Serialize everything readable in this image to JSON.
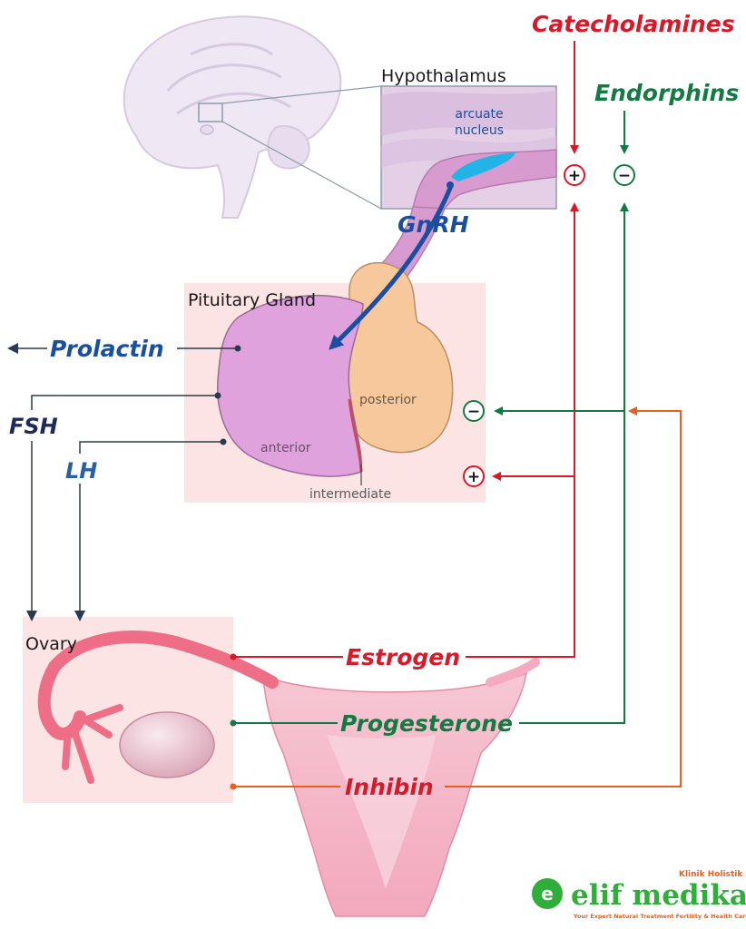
{
  "labels": {
    "hypothalamus": "Hypothalamus",
    "arcuate_nucleus_line1": "arcuate",
    "arcuate_nucleus_line2": "nucleus",
    "gnrh": "GnRH",
    "pituitary_gland": "Pituitary Gland",
    "posterior": "posterior",
    "anterior": "anterior",
    "intermediate": "intermediate",
    "prolactin": "Prolactin",
    "fsh": "FSH",
    "lh": "LH",
    "ovary": "Ovary",
    "estrogen": "Estrogen",
    "progesterone": "Progesterone",
    "inhibin": "Inhibin",
    "catecholamines": "Catecholamines",
    "endorphins": "Endorphins"
  },
  "signs": {
    "plus": "+",
    "minus": "−"
  },
  "logo": {
    "name": "elif medika",
    "subtitle": "Klinik Holistik",
    "tagline": "Your Expert Natural Treatment Fertility & Health Care"
  },
  "colors": {
    "red": "#d7192a",
    "green": "#137a44",
    "orange": "#e8601c",
    "blue": "#1a4fa0",
    "navy": "#1d2a5c",
    "arrow_dark": "#2b3a4f"
  }
}
